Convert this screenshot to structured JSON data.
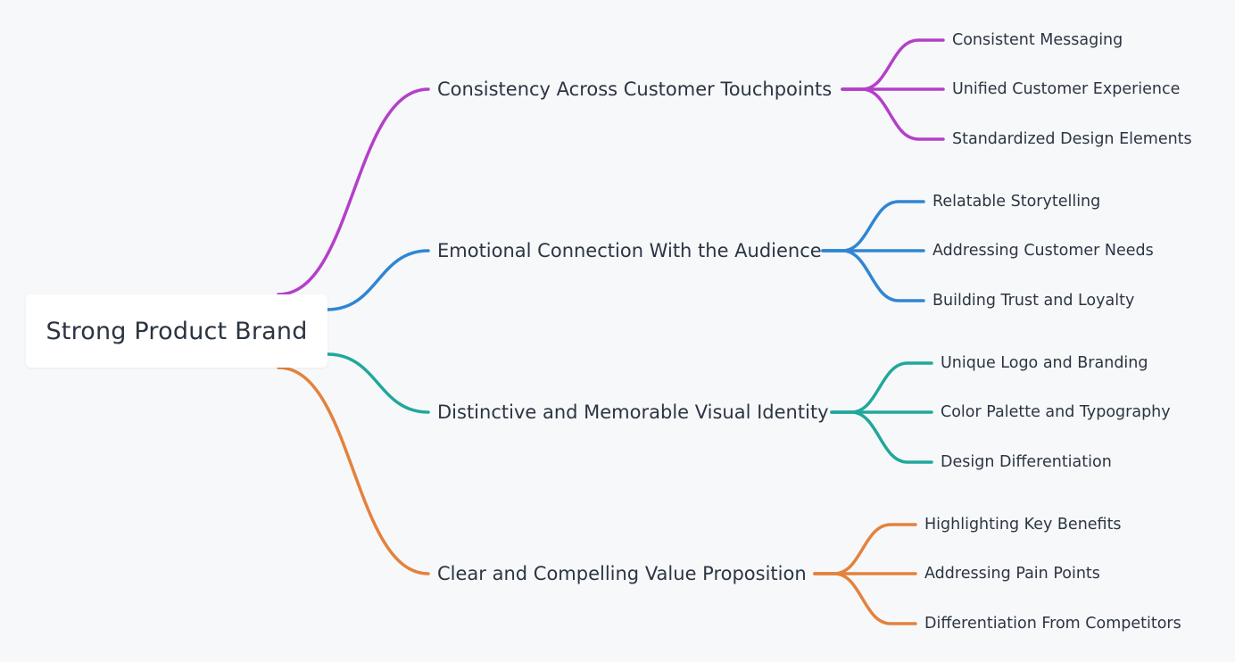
{
  "root": {
    "label": "Strong Product Brand"
  },
  "branches": [
    {
      "label": "Consistency Across Customer Touchpoints",
      "color": "#b43fc9",
      "children": [
        "Consistent Messaging",
        "Unified Customer Experience",
        "Standardized Design Elements"
      ]
    },
    {
      "label": "Emotional Connection With the Audience",
      "color": "#2f86d3",
      "children": [
        "Relatable Storytelling",
        "Addressing Customer Needs",
        "Building Trust and Loyalty"
      ]
    },
    {
      "label": "Distinctive and Memorable Visual Identity",
      "color": "#1fa89b",
      "children": [
        "Unique Logo and Branding",
        "Color Palette and Typography",
        "Design Differentiation"
      ]
    },
    {
      "label": "Clear and Compelling Value Proposition",
      "color": "#e3823c",
      "children": [
        "Highlighting Key Benefits",
        "Addressing Pain Points",
        "Differentiation From Competitors"
      ]
    }
  ]
}
